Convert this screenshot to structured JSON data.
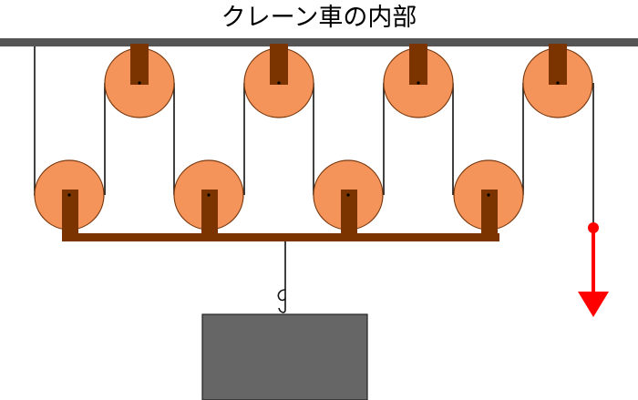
{
  "title": "クレーン車の内部",
  "colors": {
    "ceiling": "#555555",
    "pulley_fill": "#f4945a",
    "pulley_stroke": "#7a3a10",
    "axle": "#7b3300",
    "rope": "#111111",
    "load": "#666666",
    "arrow": "#ff0000"
  },
  "icons": {
    "hook": "hook-icon",
    "arrow": "down-arrow-icon"
  },
  "components": {
    "fixed_pulleys": 4,
    "movable_pulleys": 4,
    "pull_direction": "down"
  }
}
